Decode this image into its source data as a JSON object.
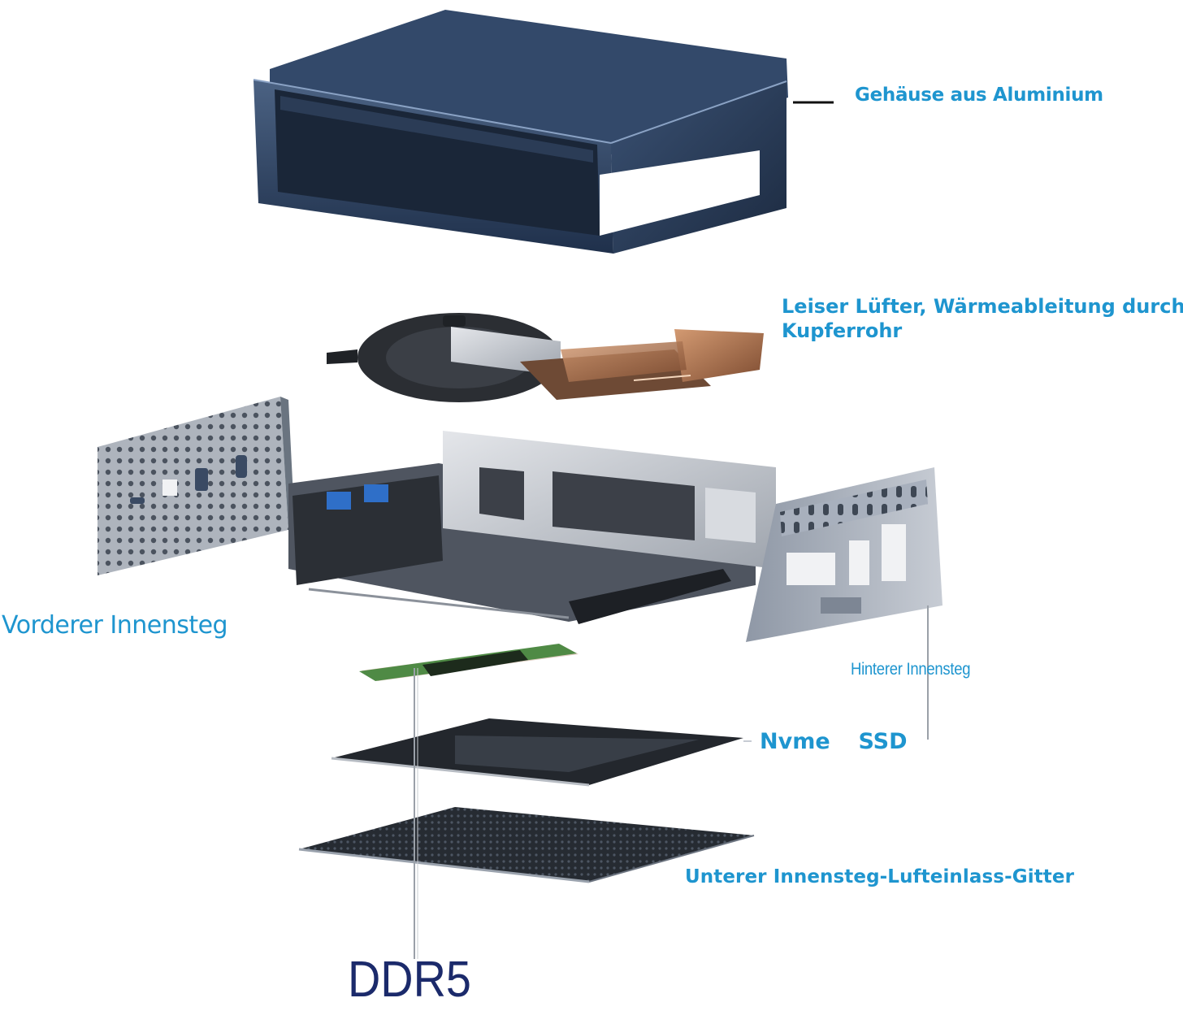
{
  "labels": {
    "housing": "Gehäuse aus Aluminium",
    "fan_line1": "Leiser Lüfter, Wärmeableitung durch",
    "fan_line2": "Kupferrohr",
    "front_bracket": "Vorderer Innensteg",
    "rear_bracket": "Hinterer Innensteg",
    "ssd": "Nvme  SSD",
    "bottom_grid": "Unterer Innensteg-Lufteinlass-Gitter",
    "memory": "DDR5"
  },
  "colors": {
    "label_blue": "#1e95cf",
    "ddr_navy": "#1b2a6b",
    "housing_blue": "#2b3f5e",
    "copper": "#b47a55",
    "silver": "#c9ccd1",
    "ram_green": "#4f8a45"
  }
}
